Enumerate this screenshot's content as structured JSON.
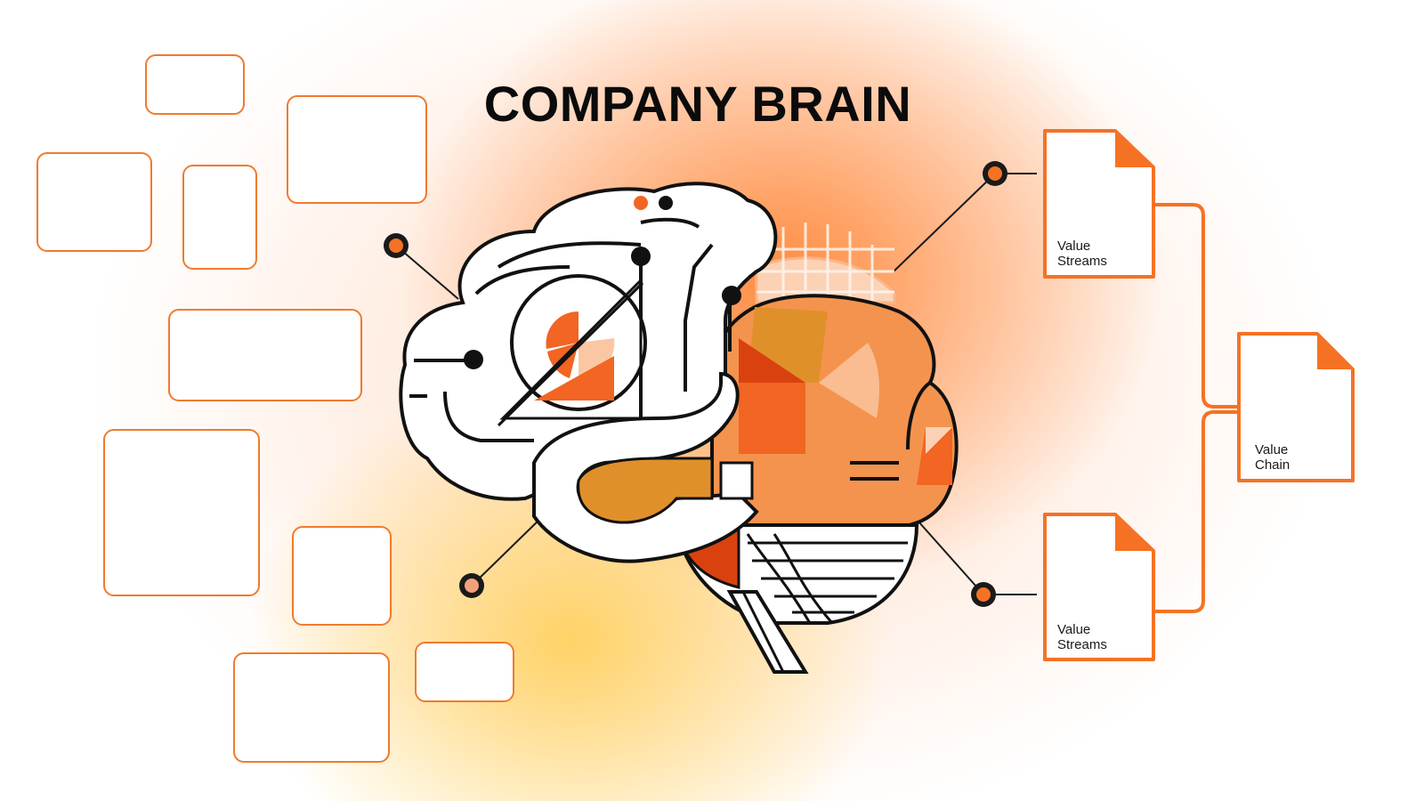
{
  "title": "COMPANY BRAIN",
  "colors": {
    "accent": "#f57224",
    "card_border": "#f07a2e",
    "dark": "#0b0b0b"
  },
  "left_cards_count_note": "",
  "documents": [
    {
      "label_line1": "Value",
      "label_line2": "Streams"
    },
    {
      "label_line1": "Value",
      "label_line2": "Chain"
    },
    {
      "label_line1": "Value",
      "label_line2": "Streams"
    }
  ],
  "icons": {
    "brain": "brain-illustration-icon",
    "document": "document-icon",
    "connector": "connector-node-icon"
  }
}
